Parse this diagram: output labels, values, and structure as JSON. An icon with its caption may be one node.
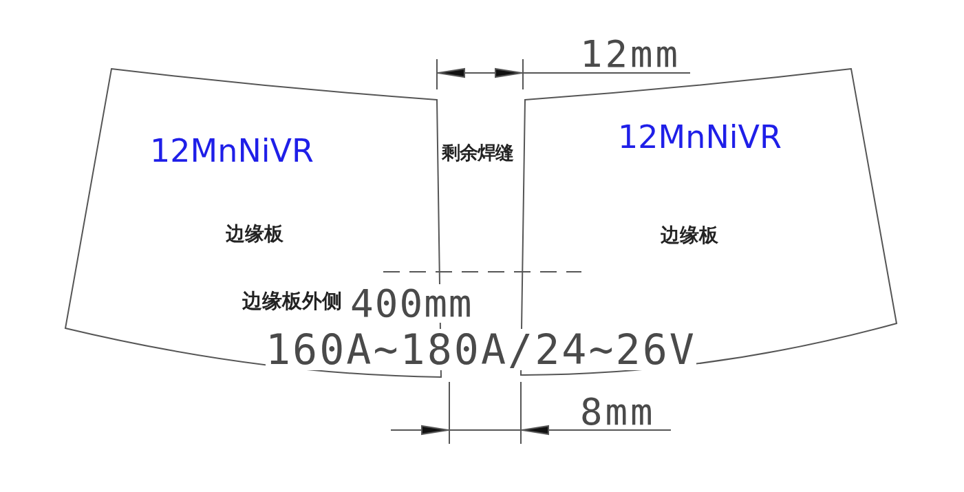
{
  "diagram": {
    "nodes": [
      {
        "text": [
          "12MnNiVR",
          "边缘板"
        ]
      },
      {
        "text": [
          "12MnNiVR",
          "边缘板"
        ]
      }
    ],
    "labels": [
      "12mm",
      "剩余焊缝",
      "边缘板外侧",
      "400mm",
      "160A~180A/24~26V",
      "8mm"
    ]
  }
}
